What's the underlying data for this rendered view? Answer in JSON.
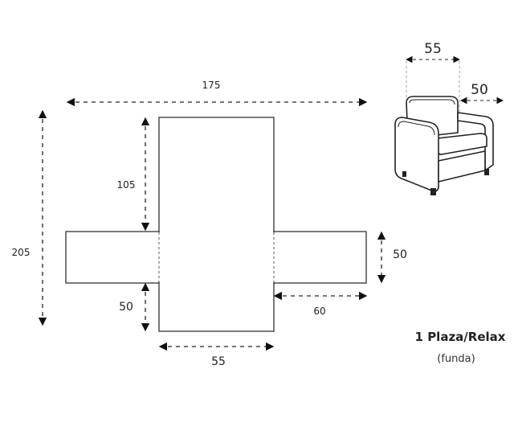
{
  "diagram": {
    "dimensions": {
      "total_width": "175",
      "total_height": "205",
      "back_height": "105",
      "seat_front": "50",
      "seat_width": "55",
      "arm_depth": "60",
      "arm_height": "50"
    },
    "chair_icon": {
      "width_label": "55",
      "arm_label": "50"
    },
    "product": {
      "title": "1 Plaza/Relax",
      "subtitle": "(funda)"
    }
  }
}
